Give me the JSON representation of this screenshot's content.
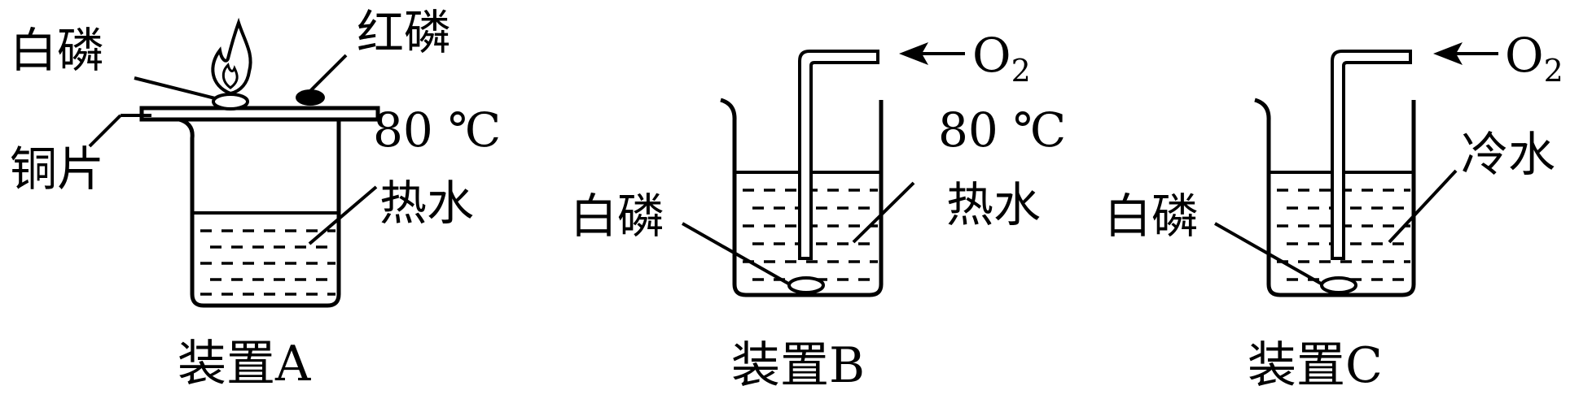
{
  "apparatus_a": {
    "caption": "装置A",
    "white_phosphorus": "白磷",
    "red_phosphorus": "红磷",
    "copper_sheet": "铜片",
    "temperature": "80 ℃",
    "water": "热水"
  },
  "apparatus_b": {
    "caption": "装置B",
    "white_phosphorus": "白磷",
    "gas_symbol": "O",
    "gas_subscript": "2",
    "temperature": "80 ℃",
    "water": "热水"
  },
  "apparatus_c": {
    "caption": "装置C",
    "white_phosphorus": "白磷",
    "gas_symbol": "O",
    "gas_subscript": "2",
    "water": "冷水"
  }
}
